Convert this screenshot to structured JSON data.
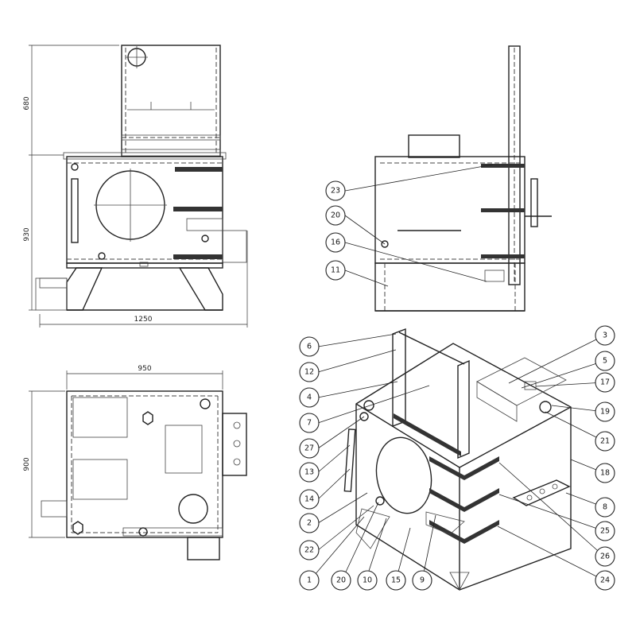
{
  "dimensions": {
    "front_height_upper": "680",
    "front_height_lower": "930",
    "front_width": "1250",
    "top_width": "950",
    "top_depth": "900"
  },
  "balloons": [
    {
      "label": "23"
    },
    {
      "label": "20"
    },
    {
      "label": "16"
    },
    {
      "label": "11"
    },
    {
      "label": "6"
    },
    {
      "label": "12"
    },
    {
      "label": "4"
    },
    {
      "label": "7"
    },
    {
      "label": "27"
    },
    {
      "label": "13"
    },
    {
      "label": "14"
    },
    {
      "label": "2"
    },
    {
      "label": "22"
    },
    {
      "label": "1"
    },
    {
      "label": "20"
    },
    {
      "label": "10"
    },
    {
      "label": "15"
    },
    {
      "label": "9"
    },
    {
      "label": "3"
    },
    {
      "label": "5"
    },
    {
      "label": "17"
    },
    {
      "label": "19"
    },
    {
      "label": "21"
    },
    {
      "label": "18"
    },
    {
      "label": "8"
    },
    {
      "label": "25"
    },
    {
      "label": "26"
    },
    {
      "label": "24"
    }
  ]
}
